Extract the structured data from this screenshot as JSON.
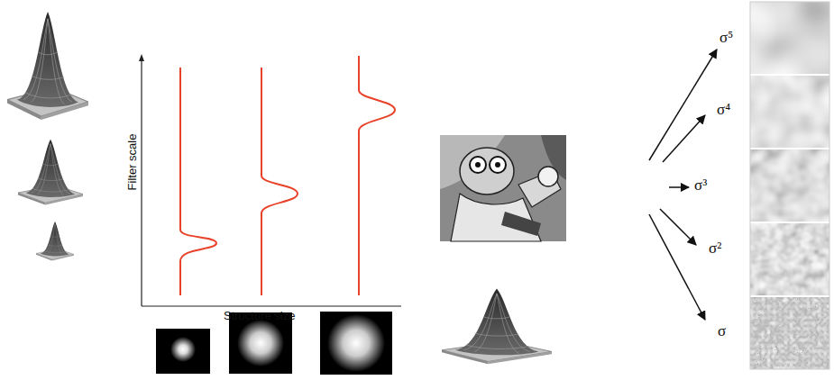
{
  "diagram": {
    "labels": [
      "Filter scale",
      "Structure size",
      "σ⁵",
      "σ⁴",
      "σ³",
      "σ²",
      "σ"
    ]
  }
}
